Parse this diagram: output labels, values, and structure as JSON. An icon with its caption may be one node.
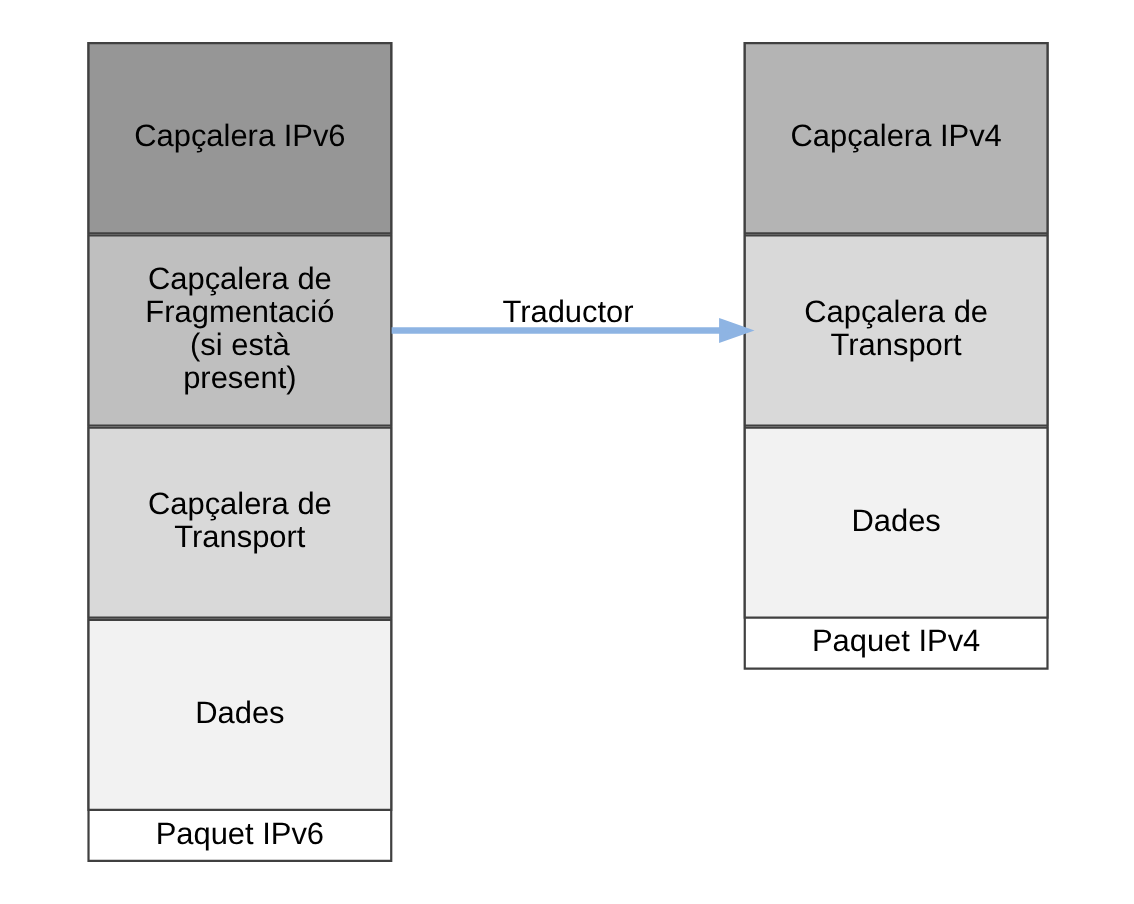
{
  "diagram": {
    "nodes": [
      {
        "text": [
          "Paquet IPv6"
        ]
      },
      {
        "text": [
          "Capçalera IPv6"
        ],
        "in": 0
      },
      {
        "text": [
          "Capçalera de Fragmentació (si està present)"
        ],
        "in": 0
      },
      {
        "text": [
          "Capçalera de Transport"
        ],
        "in": 0
      },
      {
        "text": [
          "Dades"
        ],
        "in": 0
      },
      {
        "text": [
          "Paquet IPv4"
        ]
      },
      {
        "text": [
          "Capçalera IPv4"
        ],
        "in": 5
      },
      {
        "text": [
          "Capçalera de Transport"
        ],
        "in": 5
      },
      {
        "text": [
          "Dades"
        ],
        "in": 5
      }
    ],
    "edges": [
      {
        "from": 0,
        "to": 5,
        "label": "Traductor",
        "arrow": "to"
      }
    ]
  }
}
